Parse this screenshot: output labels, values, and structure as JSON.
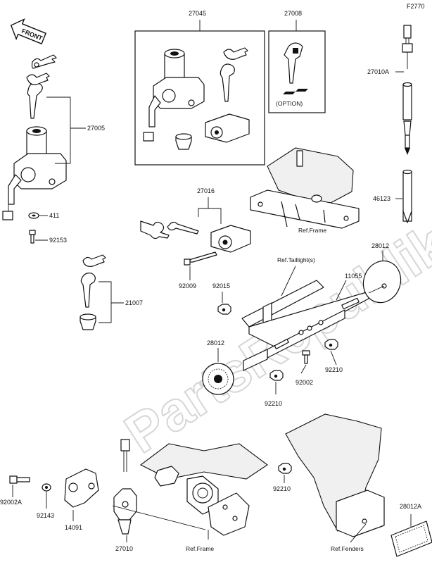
{
  "figure_code": "F2770",
  "watermark": "PartsRepublik",
  "front_badge": "FRONT",
  "option_label": "(OPTION)",
  "parts": {
    "p27045": "27045",
    "p27008": "27008",
    "p27010A": "27010A",
    "p27005": "27005",
    "p411": "411",
    "p92153": "92153",
    "p46123": "46123",
    "p27016": "27016",
    "p28012_top": "28012",
    "p11055": "11055",
    "p21007": "21007",
    "p92009": "92009",
    "p92015": "92015",
    "p28012_mid": "28012",
    "p92210_a": "92210",
    "p92002": "92002",
    "p92210_b": "92210",
    "p92002A": "92002A",
    "p92143": "92143",
    "p14091": "14091",
    "p27010": "27010",
    "p92210_c": "92210",
    "p28012A": "28012A"
  },
  "refs": {
    "frame_top": "Ref.Frame",
    "taillight": "Ref.Taillight(s)",
    "frame_bottom": "Ref.Frame",
    "fenders": "Ref.Fenders"
  }
}
